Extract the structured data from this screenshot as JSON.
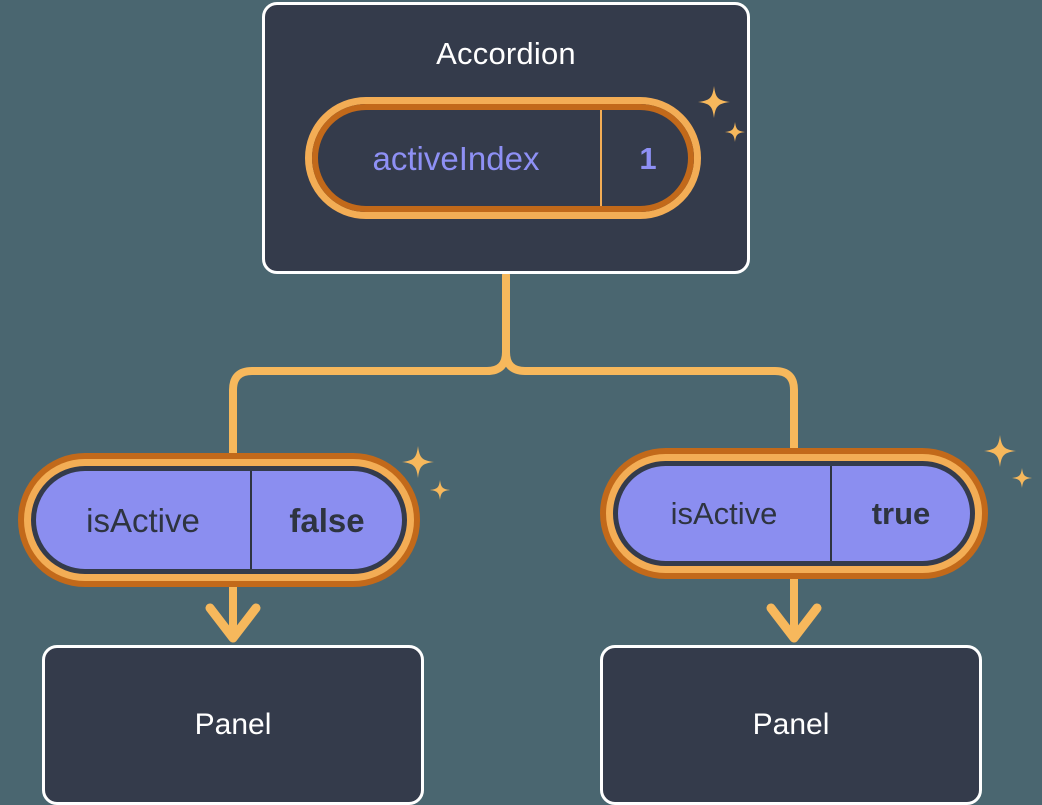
{
  "theme": {
    "canvas_bg": "#4a6670",
    "component_bg": "#343b4b",
    "component_border": "#ffffff",
    "accent_orange_light": "#f3ad55",
    "accent_orange_dark": "#c2691a",
    "state_purple": "#8b8ef0",
    "state_text_light": "#8e90f5",
    "state_text_dark": "#2e3440",
    "connector": "#f7b85c"
  },
  "diagram": {
    "type": "component-state-tree",
    "root": {
      "name": "accordion-node",
      "title": "Accordion",
      "state": {
        "key": "activeIndex",
        "value": "1"
      },
      "sparkle": "sparkle-icon"
    },
    "branches": [
      {
        "name": "branch-left",
        "state": {
          "key": "isActive",
          "value": "false"
        },
        "sparkle": "sparkle-icon",
        "child": {
          "name": "panel-node-left",
          "title": "Panel"
        }
      },
      {
        "name": "branch-right",
        "state": {
          "key": "isActive",
          "value": "true"
        },
        "sparkle": "sparkle-icon",
        "child": {
          "name": "panel-node-right",
          "title": "Panel"
        }
      }
    ]
  }
}
